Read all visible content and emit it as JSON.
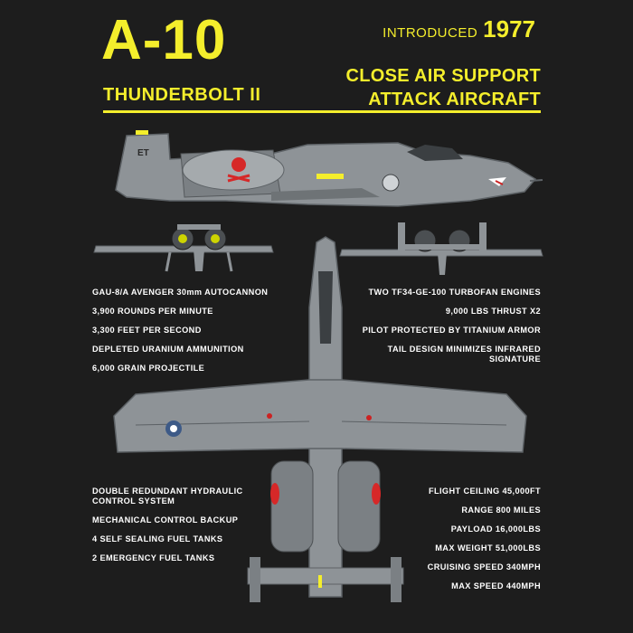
{
  "header": {
    "model": "A-10",
    "name": "THUNDERBOLT II",
    "introduced_label": "INTRODUCED",
    "introduced_year": "1977",
    "role_line1": "CLOSE AIR SUPPORT",
    "role_line2": "ATTACK AIRCRAFT"
  },
  "specs_left_top": [
    "GAU-8/A AVENGER 30mm AUTOCANNON",
    "3,900 ROUNDS PER MINUTE",
    "3,300 FEET PER SECOND",
    "DEPLETED URANIUM AMMUNITION",
    "6,000 GRAIN PROJECTILE"
  ],
  "specs_right_top": [
    "TWO TF34-GE-100 TURBOFAN ENGINES",
    "9,000 LBS THRUST X2",
    "PILOT PROTECTED BY TITANIUM ARMOR",
    "TAIL DESIGN MINIMIZES INFRARED",
    "SIGNATURE"
  ],
  "specs_left_bottom": [
    "DOUBLE REDUNDANT HYDRAULIC",
    "CONTROL SYSTEM",
    "MECHANICAL CONTROL BACKUP",
    "4 SELF SEALING FUEL TANKS",
    "2 EMERGENCY FUEL TANKS"
  ],
  "specs_right_bottom": [
    "FLIGHT CEILING 45,000FT",
    "RANGE 800 MILES",
    "PAYLOAD 16,000LBS",
    "MAX  WEIGHT 51,000LBS",
    "CRUISING SPEED 340MPH",
    "MAX SPEED 440MPH"
  ],
  "aircraft_markings": {
    "tail_code": "ET"
  },
  "colors": {
    "background": "#1d1d1d",
    "accent_yellow": "#f4ee2c",
    "aircraft_gray": "#8e9397",
    "aircraft_dark": "#5d6266"
  }
}
